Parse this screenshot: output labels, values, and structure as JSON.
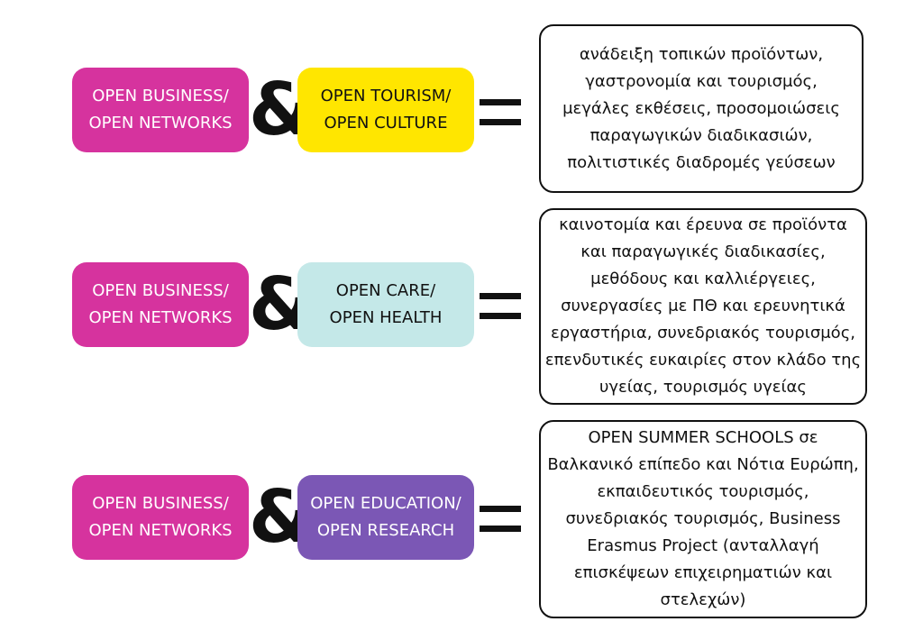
{
  "rows": [
    {
      "left": {
        "line1": "OPEN BUSINESS/",
        "line2": "OPEN NETWORKS",
        "color": "#d6339e"
      },
      "connector": "&",
      "right": {
        "line1": "OPEN TOURISM/",
        "line2": "OPEN CULTURE",
        "color": "#ffe600"
      },
      "equals": "=",
      "result": [
        "ανάδειξη τοπικών προϊόντων,",
        "γαστρονομία και τουρισμός,",
        "μεγάλες εκθέσεις, προσομοιώσεις",
        "παραγωγικών διαδικασιών,",
        "πολιτιστικές διαδρομές γεύσεων"
      ]
    },
    {
      "left": {
        "line1": "OPEN BUSINESS/",
        "line2": "OPEN NETWORKS",
        "color": "#d6339e"
      },
      "connector": "&",
      "right": {
        "line1": "OPEN CARE/",
        "line2": "OPEN HEALTH",
        "color": "#c4e8e8"
      },
      "equals": "=",
      "result": [
        "καινοτομία και έρευνα σε προϊόντα",
        "και παραγωγικές διαδικασίες,",
        "μεθόδους και καλλιέργειες,",
        "συνεργασίες με ΠΘ και ερευνητικά",
        "εργαστήρια, συνεδριακός τουρισμός,",
        "επενδυτικές ευκαιρίες στον κλάδο της",
        "υγείας, τουρισμός υγείας"
      ]
    },
    {
      "left": {
        "line1": "OPEN BUSINESS/",
        "line2": "OPEN NETWORKS",
        "color": "#d6339e"
      },
      "connector": "&",
      "right": {
        "line1": "OPEN EDUCATION/",
        "line2": "OPEN RESEARCH",
        "color": "#7b57b5"
      },
      "equals": "=",
      "result": [
        "OPEN SUMMER SCHOOLS σε",
        "Βαλκανικό επίπεδο και Νότια Ευρώπη,",
        "εκπαιδευτικός τουρισμός,",
        "συνεδριακός τουρισμός, Business",
        "Erasmus Project (ανταλλαγή",
        "επισκέψεων επιχειρηματιών και",
        "στελεχών)"
      ]
    }
  ]
}
